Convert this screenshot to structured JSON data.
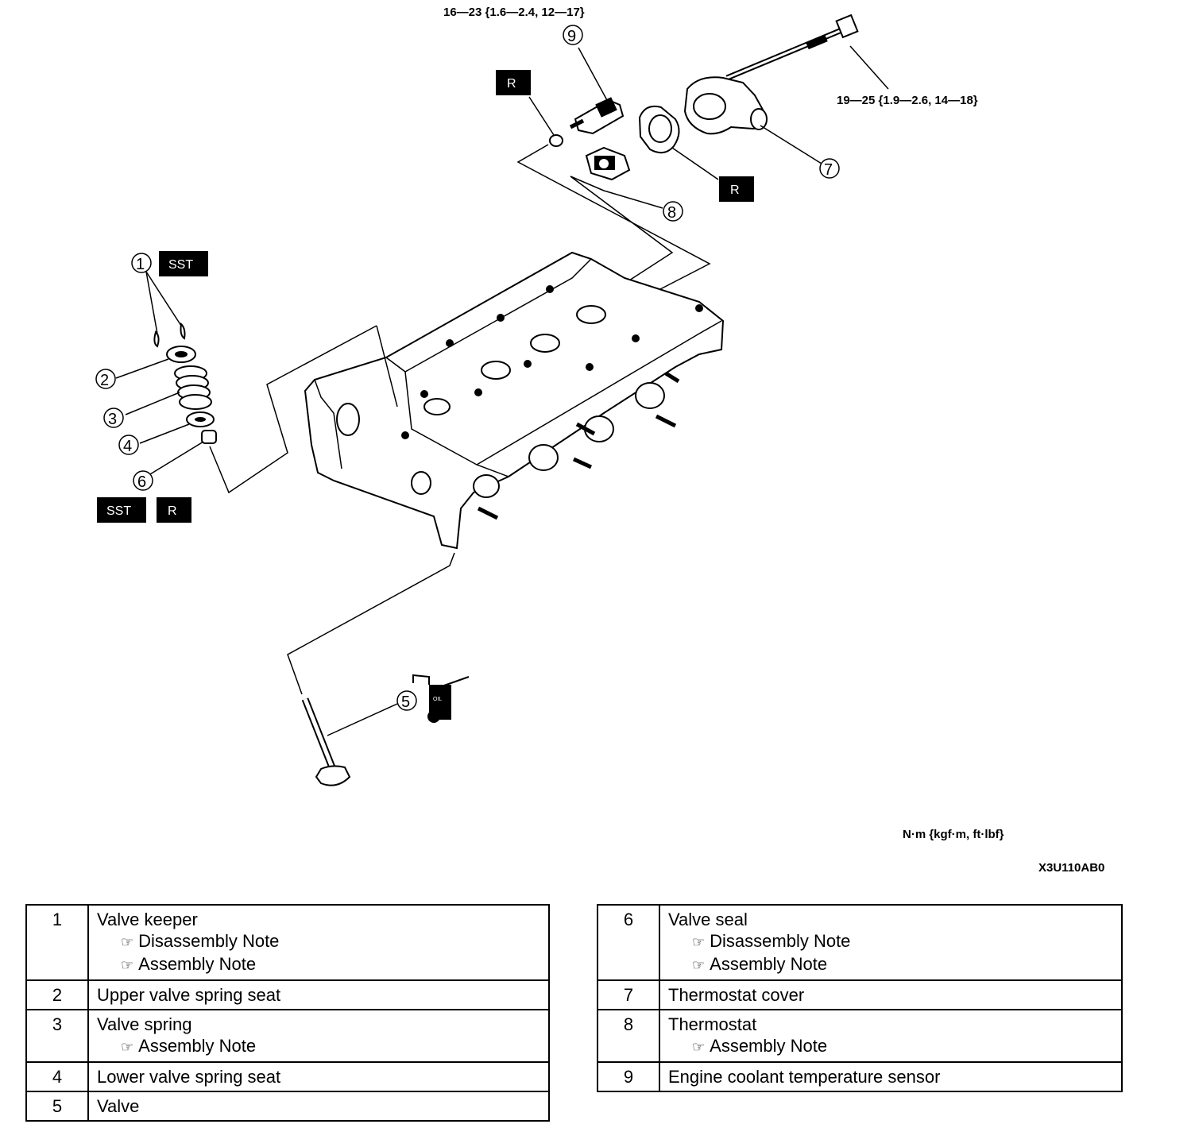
{
  "torques": {
    "sensor": "16—23 {1.6—2.4, 12—17}",
    "cover": "19—25 {1.9—2.6, 14—18}"
  },
  "tags": {
    "r": "R",
    "sst": "SST",
    "oil": "OIL"
  },
  "units_label": "N·m {kgf·m, ft·lbf}",
  "figure_code": "X3U110AB0",
  "callouts": [
    "1",
    "2",
    "3",
    "4",
    "5",
    "6",
    "7",
    "8",
    "9"
  ],
  "note_icon": "hand-pointer-icon",
  "table_left": [
    {
      "num": "1",
      "name": "Valve keeper",
      "notes": [
        "Disassembly Note",
        "Assembly Note"
      ]
    },
    {
      "num": "2",
      "name": "Upper valve spring seat",
      "notes": []
    },
    {
      "num": "3",
      "name": "Valve spring",
      "notes": [
        "Assembly Note"
      ]
    },
    {
      "num": "4",
      "name": "Lower valve spring seat",
      "notes": []
    },
    {
      "num": "5",
      "name": "Valve",
      "notes": []
    }
  ],
  "table_right": [
    {
      "num": "6",
      "name": "Valve seal",
      "notes": [
        "Disassembly Note",
        "Assembly Note"
      ]
    },
    {
      "num": "7",
      "name": "Thermostat cover",
      "notes": []
    },
    {
      "num": "8",
      "name": "Thermostat",
      "notes": [
        "Assembly Note"
      ]
    },
    {
      "num": "9",
      "name": "Engine coolant temperature sensor",
      "notes": []
    }
  ]
}
